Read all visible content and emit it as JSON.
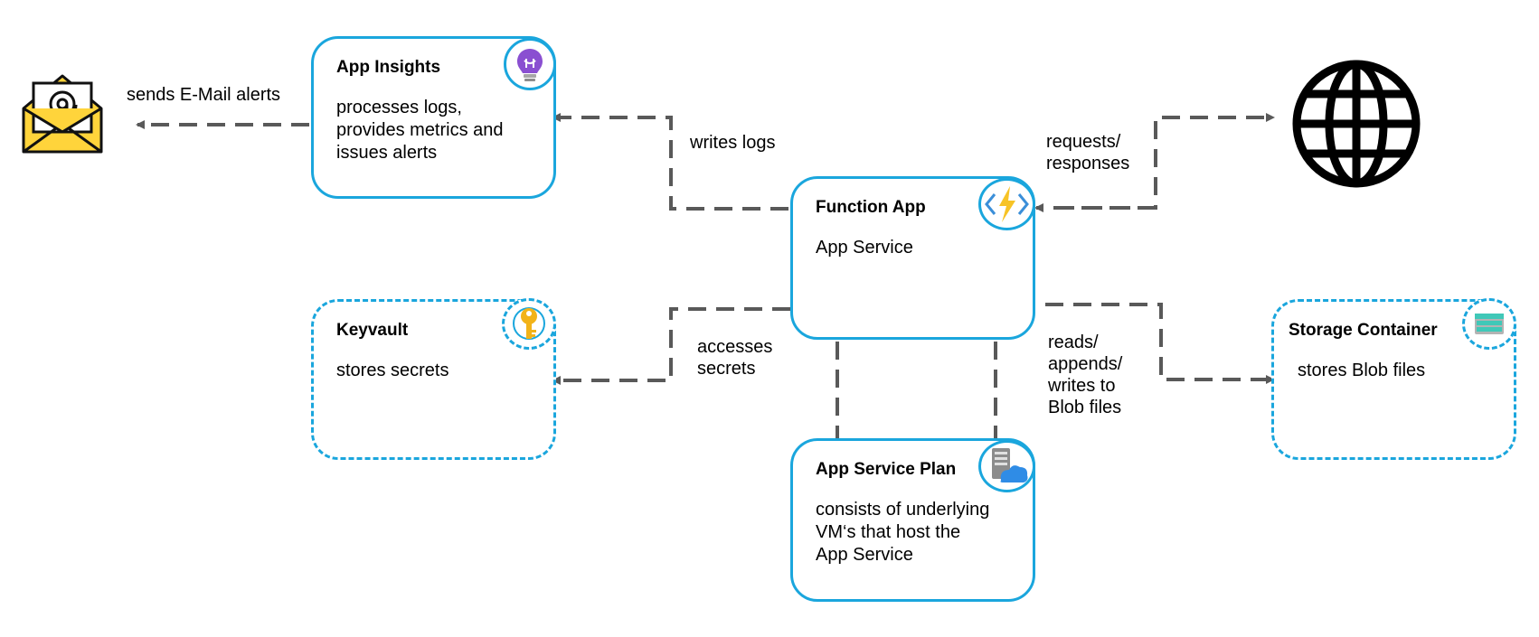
{
  "nodes": {
    "app_insights": {
      "title": "App Insights",
      "desc": [
        "processes logs,",
        "provides metrics and",
        "issues alerts"
      ],
      "icon": "lightbulb-icon"
    },
    "function_app": {
      "title": "Function App",
      "desc": [
        "App Service"
      ],
      "icon": "lightning-code-icon"
    },
    "keyvault": {
      "title": "Keyvault",
      "desc": [
        "stores secrets"
      ],
      "icon": "key-icon"
    },
    "app_service_plan": {
      "title": "App Service Plan",
      "desc": [
        "consists of underlying",
        "VM‘s that host the",
        "App Service"
      ],
      "icon": "server-cloud-icon"
    },
    "storage_container": {
      "title": "Storage Container",
      "desc": [
        "stores Blob files"
      ],
      "icon": "storage-icon"
    },
    "email": {
      "icon": "email-envelope-icon"
    },
    "internet": {
      "icon": "globe-icon"
    }
  },
  "edges": {
    "email_alerts": {
      "lines": [
        "sends E-Mail alerts"
      ]
    },
    "write_logs": {
      "lines": [
        "writes logs"
      ]
    },
    "requests": {
      "lines": [
        "requests/",
        "responses"
      ]
    },
    "secrets": {
      "lines": [
        "accesses",
        "secrets"
      ]
    },
    "blob": {
      "lines": [
        "reads/",
        "appends/",
        "writes to",
        "Blob files"
      ]
    }
  },
  "colors": {
    "border": "#1aa6dd",
    "connector": "#595959",
    "envelope": "#ffd43b",
    "lightbulb": "#8a4fd1",
    "key": "#f2b319",
    "lightning": "#f7c325",
    "cloud": "#2f8ce6",
    "storage": "#40c8b8"
  }
}
